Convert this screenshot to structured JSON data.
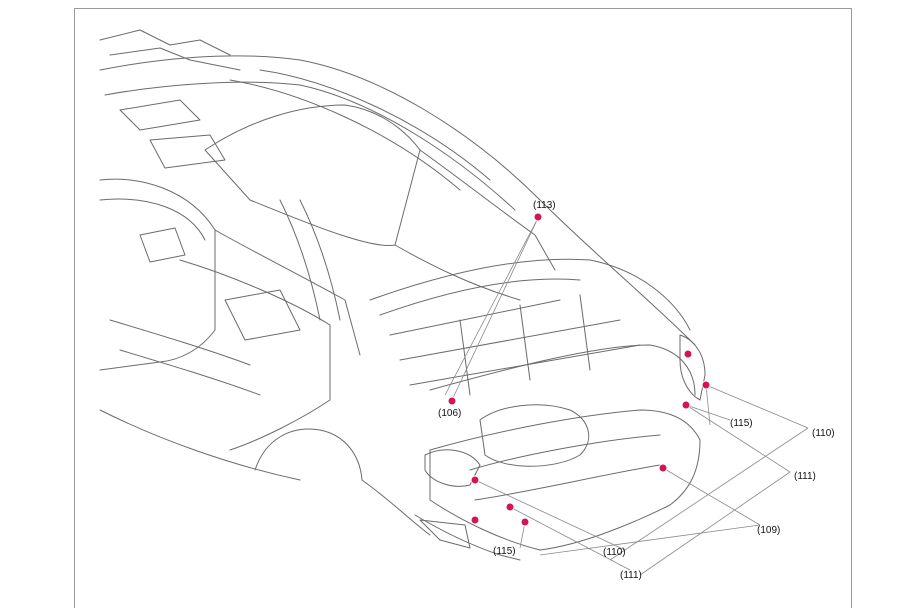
{
  "diagram": {
    "callouts": [
      {
        "id": "c113",
        "text": "(113)"
      },
      {
        "id": "c106",
        "text": "(106)"
      },
      {
        "id": "c115a",
        "text": "(115)"
      },
      {
        "id": "c110a",
        "text": "(110)"
      },
      {
        "id": "c111a",
        "text": "(111)"
      },
      {
        "id": "c109",
        "text": "(109)"
      },
      {
        "id": "c110b",
        "text": "(110)"
      },
      {
        "id": "c115b",
        "text": "(115)"
      },
      {
        "id": "c111b",
        "text": "(111)"
      }
    ],
    "colors": {
      "line": "#6b6b6b",
      "dot": "#d4145a",
      "leader": "#8a8a8a"
    }
  }
}
